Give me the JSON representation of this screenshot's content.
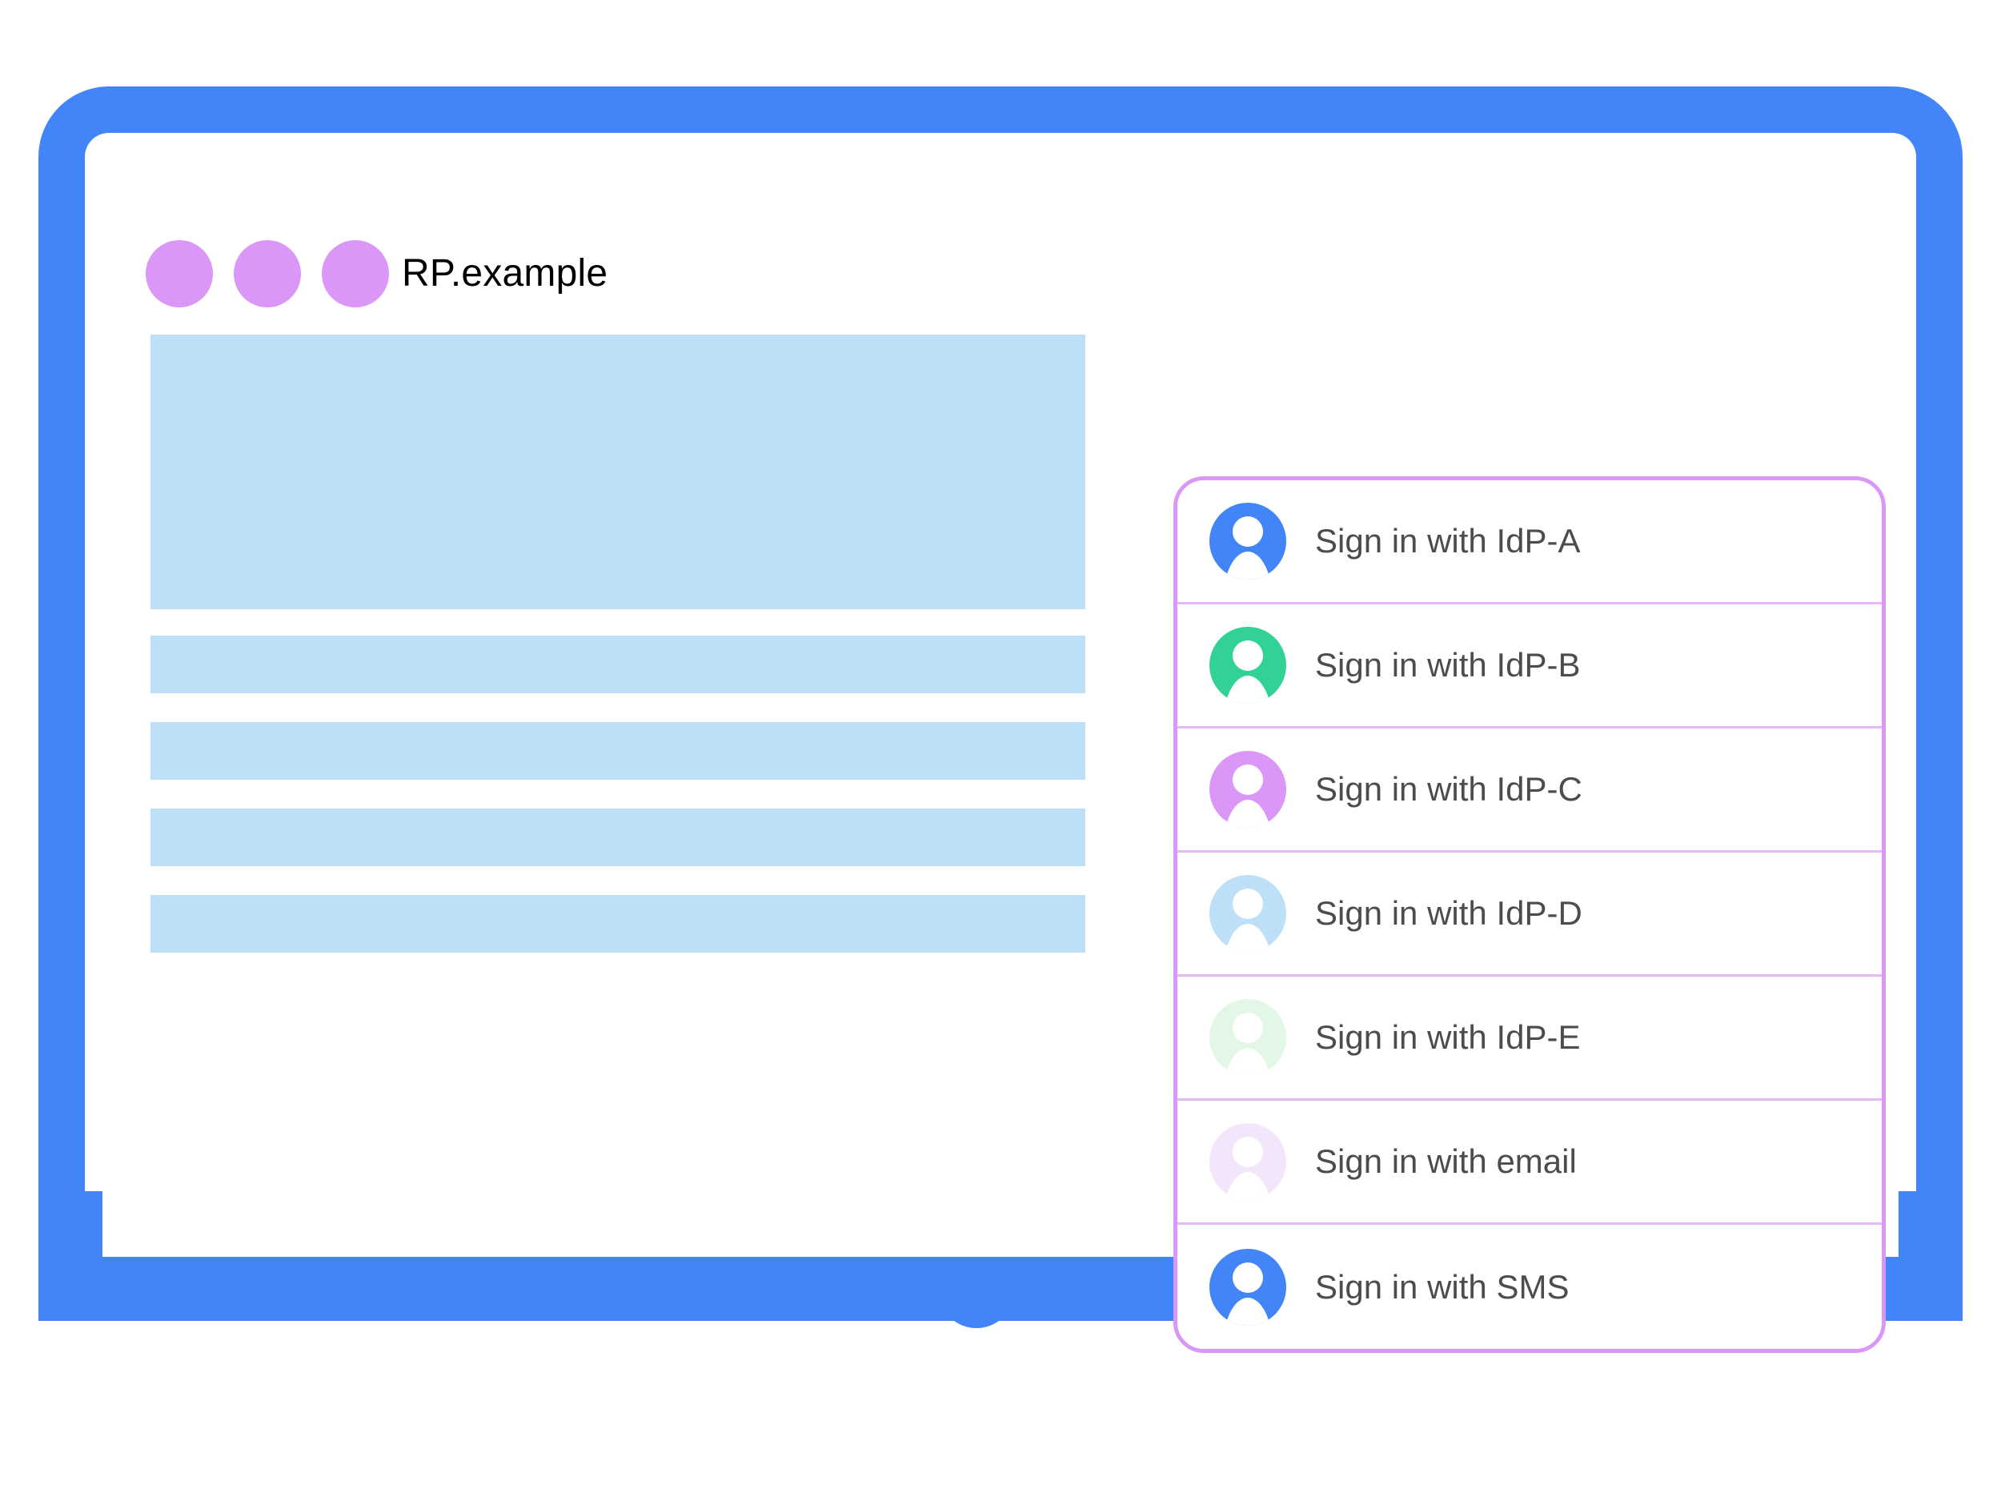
{
  "colors": {
    "device_frame": "#4285f8",
    "window_background": "#ffffff",
    "title_dot": "#db97f8",
    "content_placeholder": "#bde0f8",
    "dialog_border": "#db97f8",
    "dialog_divider": "#e7b9f7",
    "label_text": "#4c4c4c",
    "title_text": "#000000"
  },
  "browser": {
    "title": "RP.example",
    "window_dots": [
      "window-dot-1",
      "window-dot-2",
      "window-dot-3"
    ]
  },
  "page_content": {
    "blocks": [
      {
        "name": "hero-placeholder"
      },
      {
        "name": "text-line-placeholder-1"
      },
      {
        "name": "text-line-placeholder-2"
      },
      {
        "name": "text-line-placeholder-3"
      },
      {
        "name": "text-line-placeholder-4"
      }
    ]
  },
  "account_dialog": {
    "name": "account-chooser-dialog",
    "accounts": [
      {
        "label": "Sign in with IdP-A",
        "icon": "account-avatar-icon",
        "avatar_color": "#4285f8"
      },
      {
        "label": "Sign in with IdP-B",
        "icon": "account-avatar-icon",
        "avatar_color": "#32d296"
      },
      {
        "label": "Sign in with IdP-C",
        "icon": "account-avatar-icon",
        "avatar_color": "#db97f8"
      },
      {
        "label": "Sign in with IdP-D",
        "icon": "account-avatar-icon",
        "avatar_color": "#bde0f8"
      },
      {
        "label": "Sign in with IdP-E",
        "icon": "account-avatar-icon",
        "avatar_color": "#e3f7e7"
      },
      {
        "label": "Sign in with email",
        "icon": "account-avatar-icon",
        "avatar_color": "#f3e6fb"
      },
      {
        "label": "Sign in with SMS",
        "icon": "account-avatar-icon",
        "avatar_color": "#4285f8"
      }
    ]
  },
  "device": {
    "home_button": "home-button"
  }
}
